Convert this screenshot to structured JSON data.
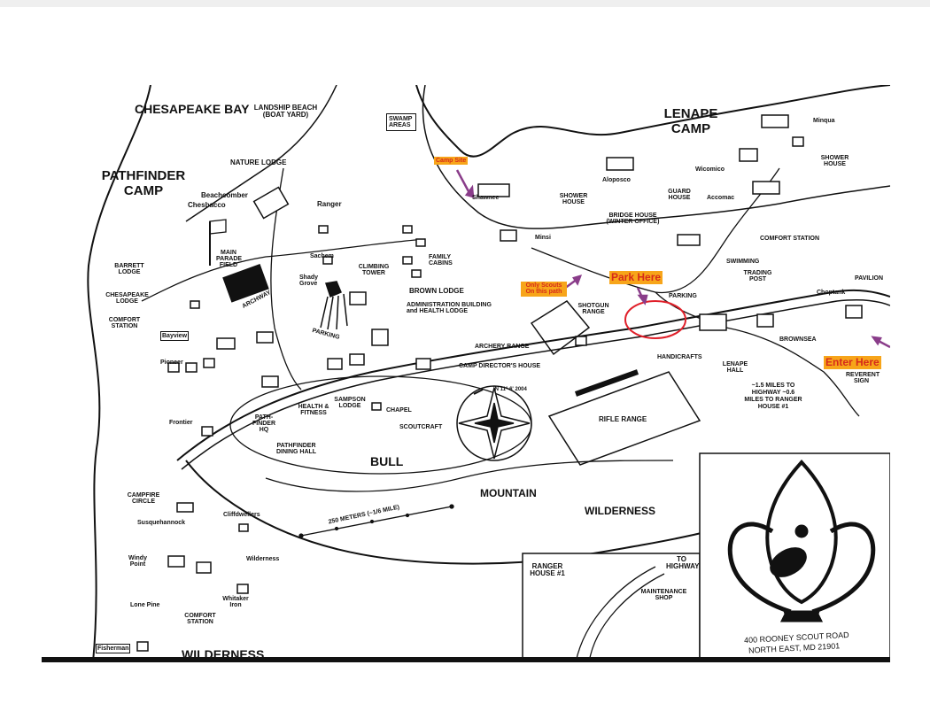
{
  "camps": {
    "pathfinder": "PATHFINDER CAMP",
    "lenape": "LENAPE CAMP",
    "chesapeake_bay": "CHESAPEAKE BAY"
  },
  "regions": {
    "bull": "BULL",
    "mountain": "MOUNTAIN",
    "wilderness_east": "WILDERNESS",
    "wilderness_south": "WILDERNESS"
  },
  "labels": {
    "landship_beach": "LANDSHIP BEACH (BOAT YARD)",
    "swamp_areas": "SWAMP AREAS",
    "nature_lodge": "NATURE LODGE",
    "beachcomber": "Beachcomber",
    "chesbacco": "Chesbacco",
    "ranger": "Ranger",
    "main_parade": "MAIN PARADE FIELD",
    "barrett_lodge": "BARRETT LODGE",
    "chesapeake_lodge": "CHESAPEAKE LODGE",
    "comfort_station_w": "COMFORT STATION",
    "archway": "ARCHWAY",
    "shady_grove": "Shady Grove",
    "sachem": "Sachem",
    "climbing_tower": "CLIMBING TOWER",
    "family_cabins": "FAMILY CABINS",
    "brown_lodge": "BROWN LODGE",
    "admin_building": "ADMINISTRATION BUILDING and HEALTH LODGE",
    "parking_w": "PARKING",
    "bayview": "Bayview",
    "pioneer": "Pioneer",
    "shawnee": "Shawnee",
    "minsi": "Minsi",
    "shower_house_n": "SHOWER HOUSE",
    "aloposco": "Aloposco",
    "wicomico": "Wicomico",
    "accomac": "Accomac",
    "minqua": "Minqua",
    "shower_house_ne": "SHOWER HOUSE",
    "guard_house": "GUARD HOUSE",
    "bridge_house": "BRIDGE HOUSE (WINTER OFFICE)",
    "comfort_station_e": "COMFORT STATION",
    "swimming": "SWIMMING",
    "trading_post": "TRADING POST",
    "parking_e": "PARKING",
    "pavilion": "PAVILION",
    "choptank": "Choptank",
    "brownsea": "BROWNSEA",
    "handicrafts": "HANDICRAFTS",
    "lenape_hall": "LENAPE HALL",
    "reverent_sign": "REVERENT SIGN",
    "highway_note": "~1.5 MILES TO HIGHWAY ~0.6 MILES TO RANGER HOUSE #1",
    "shotgun_range": "SHOTGUN RANGE",
    "archery_range": "ARCHERY RANGE",
    "camp_directors_house": "CAMP DIRECTOR'S HOUSE",
    "compass_note": "IN 11° 6' 2004",
    "rifle_range": "RIFLE RANGE",
    "health_fitness": "HEALTH & FITNESS",
    "sampson_lodge": "SAMPSON LODGE",
    "chapel": "CHAPEL",
    "scoutcraft": "SCOUTCRAFT",
    "pathfinder_hq": "PATH-FINDER HQ",
    "pathfinder_dining": "PATHFINDER DINING HALL",
    "frontier": "Frontier",
    "campfire_circle": "CAMPFIRE CIRCLE",
    "susquehannock": "Susquehannock",
    "cliffdwellers": "Cliffdwellers",
    "windy_point": "Windy Point",
    "wilderness_site": "Wilderness",
    "lone_pine": "Lone Pine",
    "whitaker_iron": "Whitaker Iron",
    "comfort_station_s": "COMFORT STATION",
    "fisherman": "Fisherman",
    "scale": "250 METERS (~1/6 MILE)",
    "ranger_house": "RANGER HOUSE #1",
    "to_highway": "TO HIGHWAY",
    "maintenance_shop": "MAINTENANCE SHOP",
    "address_line1": "400 ROONEY SCOUT ROAD",
    "address_line2": "NORTH EAST, MD 21901"
  },
  "annotations": {
    "camp_site": "Camp Site",
    "only_scouts": "Only Scouts On this path",
    "park_here": "Park Here",
    "enter_here": "Enter Here"
  },
  "colors": {
    "annotation_bg": "#f7a51a",
    "annotation_text": "#d62a1a",
    "marker_circle": "#e0202a",
    "arrow": "#8a3d8a"
  }
}
